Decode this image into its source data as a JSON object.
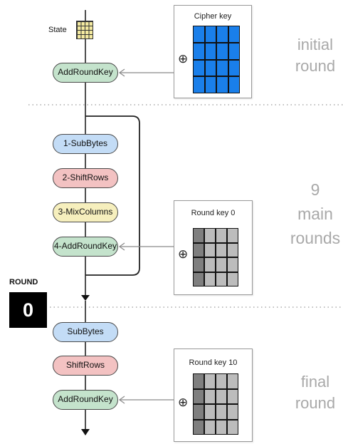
{
  "state": {
    "label": "State"
  },
  "initial": {
    "step": "AddRoundKey",
    "key_title": "Cipher key",
    "xor_symbol": "⊕",
    "phase": [
      "initial",
      "round"
    ]
  },
  "main": {
    "steps": [
      "1-SubBytes",
      "2-ShiftRows",
      "3-MixColumns",
      "4-AddRoundKey"
    ],
    "key_title": "Round key  0",
    "xor_symbol": "⊕",
    "phase": [
      "9",
      "main",
      "rounds"
    ]
  },
  "final": {
    "steps": [
      "SubBytes",
      "ShiftRows",
      "AddRoundKey"
    ],
    "key_title": "Round key 10",
    "xor_symbol": "⊕",
    "phase": [
      "final",
      "round"
    ]
  },
  "round": {
    "label": "ROUND",
    "value": "0"
  },
  "colors": {
    "addroundkey": "#c4e3cc",
    "subbytes": "#c3dcf6",
    "shiftrows": "#f3c2c2",
    "mixcolumns": "#f6efbd",
    "cipher_key": "#1a7fea",
    "round_key": "#bcbcbc",
    "phase_text": "#a9a9a9"
  }
}
